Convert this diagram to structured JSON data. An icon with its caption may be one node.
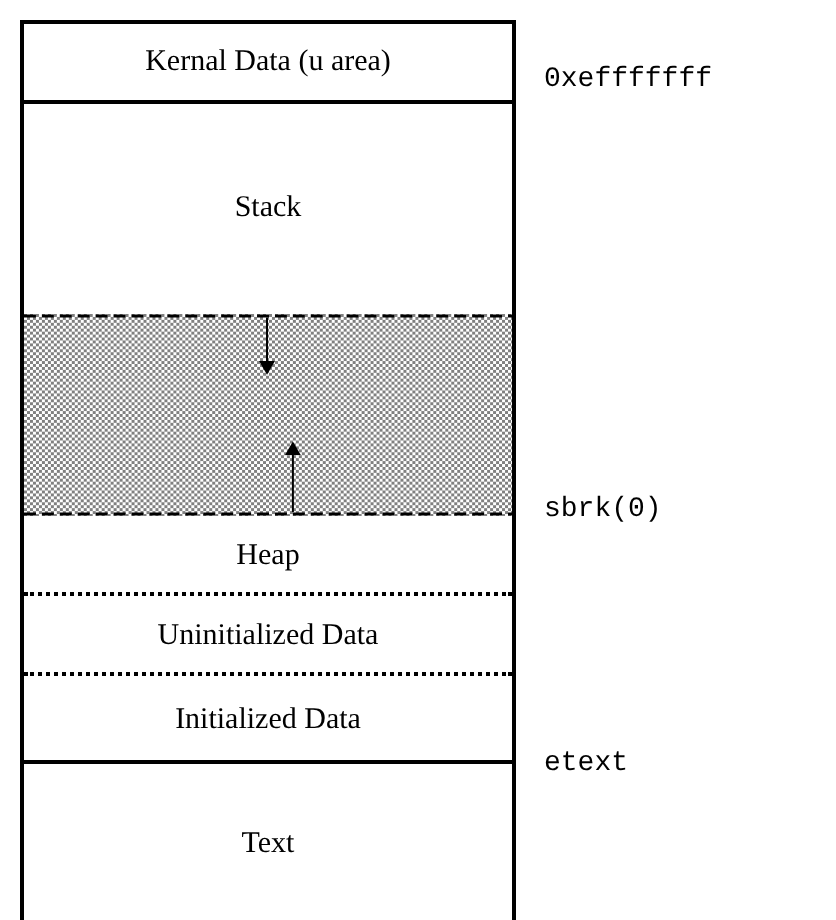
{
  "diagram": {
    "nodes": [
      {
        "text": [
          "Kernal Data (u area)"
        ]
      },
      {
        "text": [
          "Stack"
        ]
      },
      {
        "text": [],
        "shape": "box"
      },
      {
        "text": [
          "Heap"
        ]
      },
      {
        "text": [
          "Uninitialized Data"
        ]
      },
      {
        "text": [
          "Initialized Data"
        ]
      },
      {
        "text": [
          "Text"
        ]
      }
    ],
    "labels": [
      "0xefffffff",
      "sbrk(0)",
      "etext"
    ]
  }
}
